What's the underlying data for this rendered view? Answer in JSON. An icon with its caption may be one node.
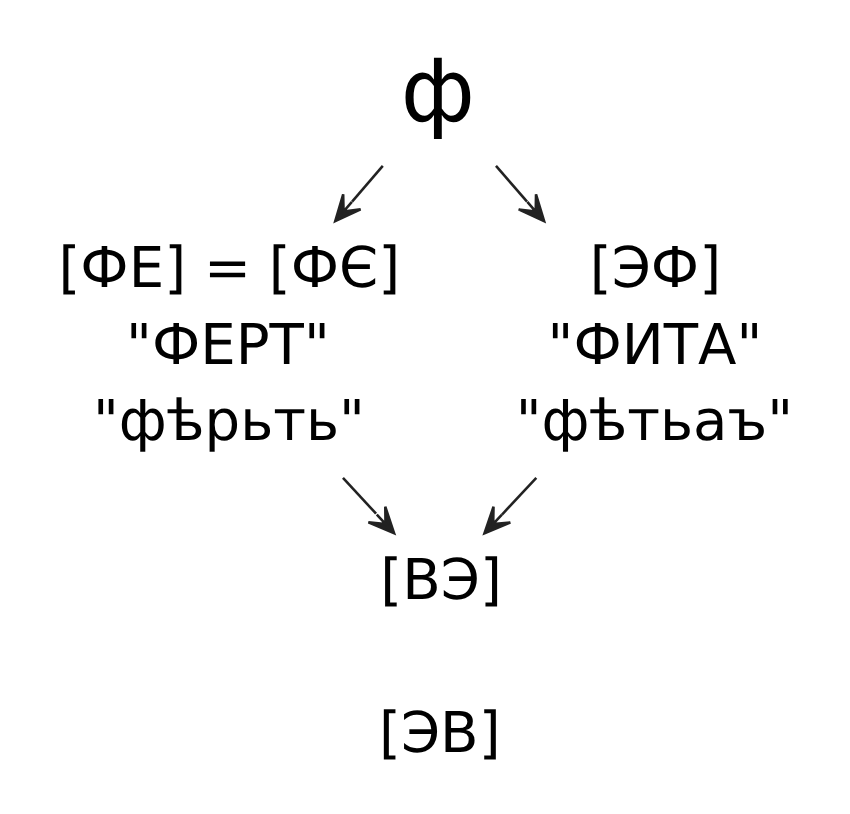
{
  "diagram": {
    "nodes": [
      {
        "text": [
          "ф"
        ]
      },
      {
        "text": [
          "[ФЕ] = [ФЄ]",
          "\"ФЕРТ\"",
          "\"фѣрьть\""
        ]
      },
      {
        "text": [
          "[ЭФ]",
          "\"ФИТА\"",
          "\"фѣтьаъ\""
        ]
      },
      {
        "text": [
          "[ВЭ]"
        ]
      }
    ],
    "edges": [
      {
        "from": 0,
        "to": 1,
        "arrow": "to"
      },
      {
        "from": 0,
        "to": 2,
        "arrow": "to"
      },
      {
        "from": 1,
        "to": 3,
        "arrow": "to"
      },
      {
        "from": 2,
        "to": 3,
        "arrow": "to"
      }
    ],
    "labels": [
      "[ЭВ]"
    ]
  }
}
